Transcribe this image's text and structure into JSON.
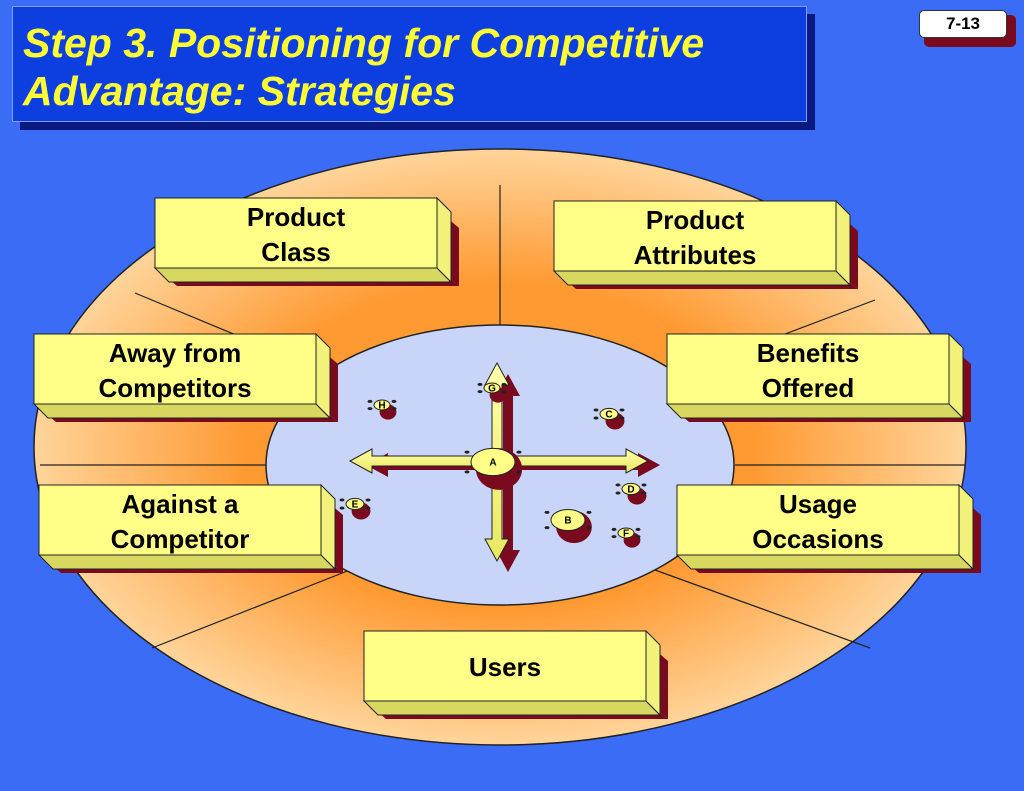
{
  "slide": {
    "title_line1": "Step 3. Positioning for Competitive",
    "title_line2": "Advantage: Strategies",
    "page_number": "7-13"
  },
  "colors": {
    "background": "#3b6cf5",
    "title_box": "#0d3ee0",
    "title_text": "#ffff33",
    "ellipse_outer": "#ffcc88",
    "ellipse_inner": "#c8d4f8",
    "strategy_box": "#ffff88",
    "shadow": "#7a0a1e"
  },
  "strategies": [
    {
      "id": "product-class",
      "line1": "Product",
      "line2": "Class"
    },
    {
      "id": "product-attributes",
      "line1": "Product",
      "line2": "Attributes"
    },
    {
      "id": "away-from-competitors",
      "line1": "Away from",
      "line2": "Competitors"
    },
    {
      "id": "benefits-offered",
      "line1": "Benefits",
      "line2": "Offered"
    },
    {
      "id": "against-a-competitor",
      "line1": "Against a",
      "line2": "Competitor"
    },
    {
      "id": "usage-occasions",
      "line1": "Usage",
      "line2": "Occasions"
    },
    {
      "id": "users",
      "line1": "Users",
      "line2": ""
    }
  ],
  "positioning_map": {
    "center_label": "A",
    "points": [
      "B",
      "C",
      "D",
      "E",
      "F",
      "G",
      "H"
    ]
  }
}
